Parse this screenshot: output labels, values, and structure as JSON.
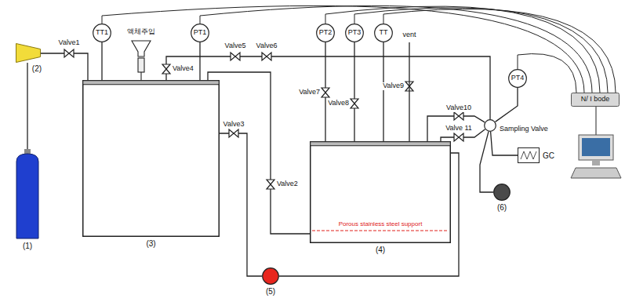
{
  "diagram": {
    "nodes": [
      {
        "text": [
          "TT1"
        ]
      },
      {
        "text": [
          "PT1"
        ]
      },
      {
        "text": [
          "PT2"
        ]
      },
      {
        "text": [
          "PT3"
        ]
      },
      {
        "text": [
          "TT"
        ]
      },
      {
        "text": [
          "(2)"
        ]
      },
      {
        "text": [
          "PT4"
        ]
      },
      {
        "text": [
          "N/ I bode"
        ]
      },
      {
        "text": [
          "(3)"
        ]
      },
      {
        "text": [
          "Sampling Valve"
        ]
      },
      {
        "text": [
          "Porous stainless steel support",
          "(4)"
        ]
      },
      {
        "text": [
          "GC"
        ]
      },
      {
        "text": [
          "(1)"
        ]
      },
      {
        "text": [
          "(6)"
        ]
      },
      {
        "text": [
          "(5)"
        ]
      }
    ],
    "edges": [
      {
        "from": 12,
        "to": 5,
        "arrow": "none"
      },
      {
        "from": 5,
        "to": 8,
        "arrow": "none"
      },
      {
        "from": 0,
        "to": 8,
        "arrow": "none"
      },
      {
        "from": 1,
        "to": 8,
        "arrow": "none"
      },
      {
        "from": 2,
        "to": 10,
        "arrow": "none"
      },
      {
        "from": 3,
        "to": 10,
        "arrow": "none"
      },
      {
        "from": 4,
        "to": 10,
        "arrow": "none"
      },
      {
        "from": 8,
        "to": 10,
        "arrow": "none"
      },
      {
        "from": 8,
        "to": 14,
        "arrow": "none"
      },
      {
        "from": 14,
        "to": 10,
        "arrow": "none"
      },
      {
        "from": 8,
        "to": 9,
        "arrow": "none"
      },
      {
        "from": 6,
        "to": 9,
        "arrow": "none"
      },
      {
        "from": 10,
        "to": 9,
        "arrow": "none"
      },
      {
        "from": 10,
        "to": 9,
        "arrow": "none"
      },
      {
        "from": 9,
        "to": 11,
        "arrow": "none"
      },
      {
        "from": 9,
        "to": 13,
        "arrow": "none"
      },
      {
        "from": 0,
        "to": 7,
        "arrow": "none"
      },
      {
        "from": 1,
        "to": 7,
        "arrow": "none"
      },
      {
        "from": 2,
        "to": 7,
        "arrow": "none"
      },
      {
        "from": 3,
        "to": 7,
        "arrow": "none"
      },
      {
        "from": 4,
        "to": 7,
        "arrow": "none"
      },
      {
        "from": 6,
        "to": 7,
        "arrow": "none"
      }
    ],
    "labels": [
      "액체주입",
      "Valve1",
      "Valve4",
      "Valve5",
      "Valve6",
      "Valve3",
      "Valve2",
      "vent",
      "Valve7",
      "Valve8",
      "Valve9",
      "Valve10",
      "Valve 11"
    ]
  }
}
